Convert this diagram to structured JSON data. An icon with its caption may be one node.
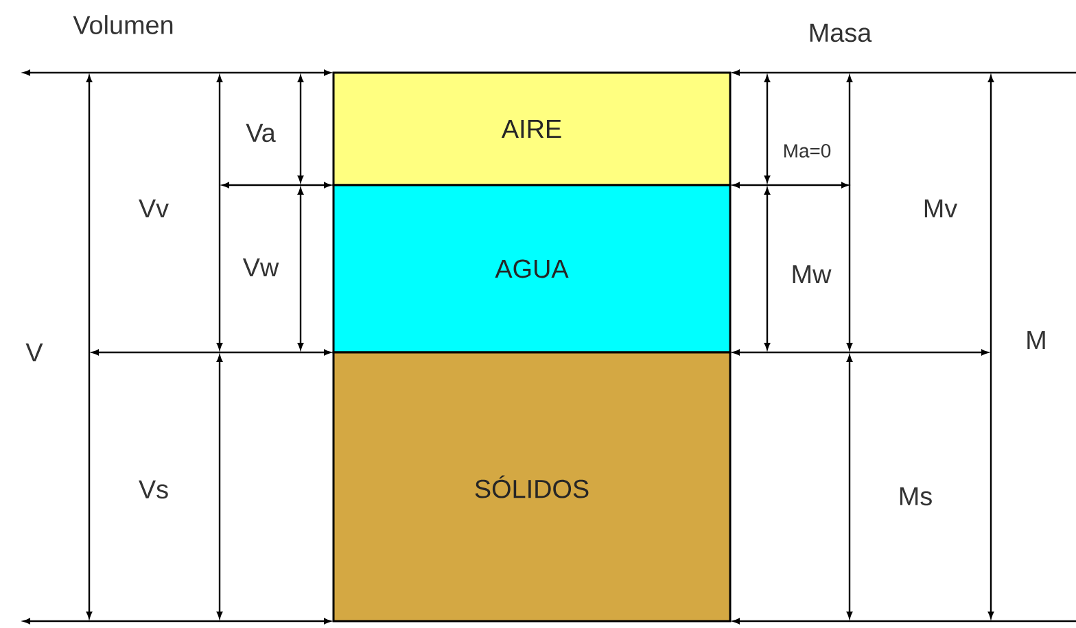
{
  "diagram": {
    "nodes": [
      {
        "text": [
          "AIRE"
        ]
      },
      {
        "text": [
          "AGUA"
        ]
      },
      {
        "text": [
          "SÓLIDOS"
        ]
      }
    ],
    "labels": [
      "Volumen",
      "Masa",
      "Va",
      "Ma=0",
      "Vv",
      "Mv",
      "Vw",
      "Mw",
      "V",
      "M",
      "Vs",
      "Ms"
    ]
  }
}
